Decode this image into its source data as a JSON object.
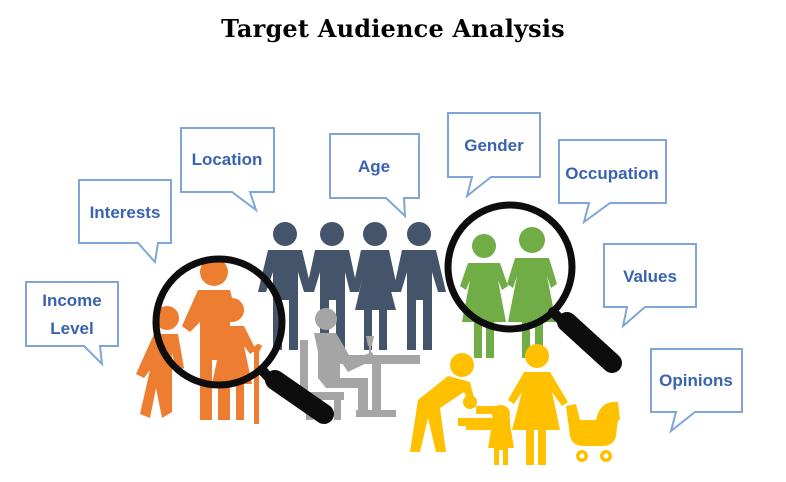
{
  "title": "Target Audience Analysis",
  "bubbles": {
    "income": [
      "Income",
      "Level"
    ],
    "interests": "Interests",
    "location": "Location",
    "age": "Age",
    "gender": "Gender",
    "occupation": "Occupation",
    "values": "Values",
    "opinions": "Opinions"
  },
  "colors": {
    "bubble_text": "#3a62b0",
    "bubble_border": "#7fa6d8",
    "elderly": "#ed7d31",
    "adults": "#44546a",
    "worker": "#a5a5a5",
    "women": "#70ad47",
    "family": "#ffc000",
    "magnifier": "#0d0d0d"
  }
}
